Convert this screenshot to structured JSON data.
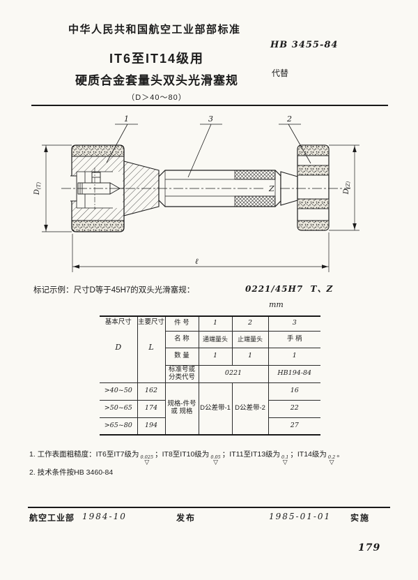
{
  "header": {
    "org_standard": "中华人民共和国航空工业部部标准",
    "std_number": "HB 3455-84",
    "replaces_label": "代替",
    "title_line1": "IT6至IT14级用",
    "title_line2": "硬质合金套量头双头光滑塞规",
    "title_line3": "（D＞40～80）"
  },
  "drawing": {
    "leader_go": "1",
    "leader_handle": "3",
    "leader_nogo": "2",
    "diameter_letter_go": "D",
    "go_subscript": "(T)",
    "diameter_letter_nogo": "D",
    "nogo_subscript": "(Z)",
    "center_label": "Z",
    "length_label": "ℓ"
  },
  "marking": {
    "example_text": "标记示例：尺寸D等于45H7的双头光滑塞规：",
    "example_code": "0221/45H7",
    "example_suffix": "T、Z",
    "unit": "mm"
  },
  "table": {
    "col_basic": "基本尺寸",
    "basic_letter": "D",
    "col_main": "主要尺寸",
    "main_letter": "L",
    "row_part_no": {
      "label": "件  号",
      "v1": "1",
      "v2": "2",
      "v3": "3"
    },
    "row_name": {
      "label": "名  称",
      "v1": "通端量头",
      "v2": "止端量头",
      "v3": "手  柄"
    },
    "row_qty": {
      "label": "数  量",
      "v1": "1",
      "v2": "1",
      "v3": "1"
    },
    "row_std": {
      "label1": "标准号或",
      "label2": "分类代号",
      "v12": "0221",
      "v3": "HB194-84"
    },
    "row_spec": {
      "label1": "规格-件号",
      "label2": "或 规格",
      "v1": "D公差带-1",
      "v2": "D公差带-2"
    },
    "data_rows": [
      {
        "d": ">40~50",
        "l": "162",
        "v3": "16"
      },
      {
        "d": ">50~65",
        "l": "174",
        "v3": "22"
      },
      {
        "d": ">65~80",
        "l": "194",
        "v3": "27"
      }
    ]
  },
  "notes": {
    "n1_t1": "1. 工作表面粗糙度：IT6至IT7级为",
    "n1_v1": "0.025",
    "n1_t2": "；IT8至IT10级为",
    "n1_v2": "0.05",
    "n1_t3": "；IT11至IT13级为",
    "n1_v3": "0.1",
    "n1_t4": "；IT14级为",
    "n1_v4": "0.2",
    "n1_end": "。",
    "n2": "2. 技术条件按HB 3460-84"
  },
  "footer": {
    "org": "航空工业部",
    "issue_date": "1984-10",
    "issue_label": "发布",
    "impl_date": "1985-01-01",
    "impl_label": "实施",
    "page_number": "179"
  }
}
